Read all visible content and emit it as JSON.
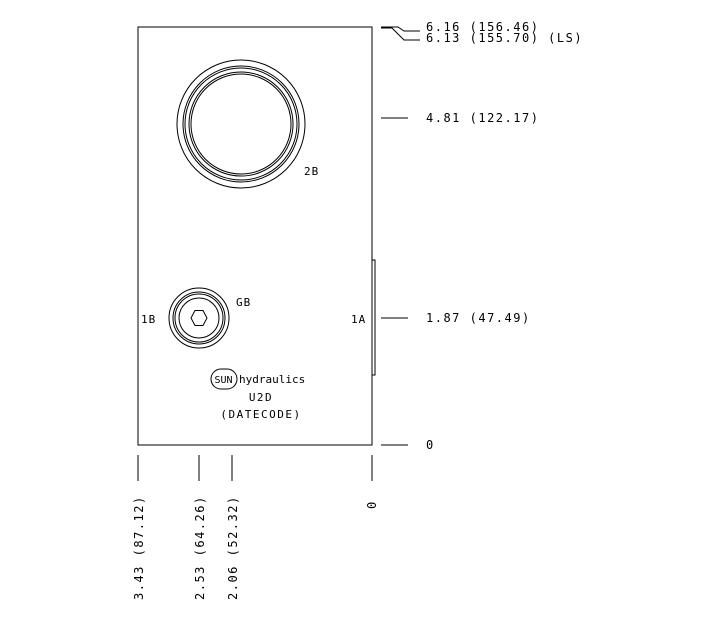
{
  "colors": {
    "line": "#000000",
    "background": "#ffffff"
  },
  "ports": {
    "port_2b": "2B",
    "port_gb": "GB",
    "port_1a": "1A",
    "port_1b": "1B"
  },
  "logo": {
    "badge": "SUN",
    "wordmark": "hydraulics",
    "icon": "sun-hydraulics-logo-icon"
  },
  "markings": {
    "model_code": "U2D",
    "datecode": "(DATECODE)"
  },
  "right_dimensions": {
    "dim_616": "6.16 (156.46)",
    "dim_613": "6.13 (155.70) (LS)",
    "dim_481": "4.81 (122.17)",
    "dim_187": "1.87 (47.49)",
    "dim_0": "0"
  },
  "bottom_dimensions": {
    "dim_343": "3.43 (87.12)",
    "dim_253": "2.53 (64.26)",
    "dim_206": "2.06 (52.32)",
    "dim_0": "0"
  },
  "icons": {
    "gauge_plug": "hex-socket-plug-icon"
  }
}
